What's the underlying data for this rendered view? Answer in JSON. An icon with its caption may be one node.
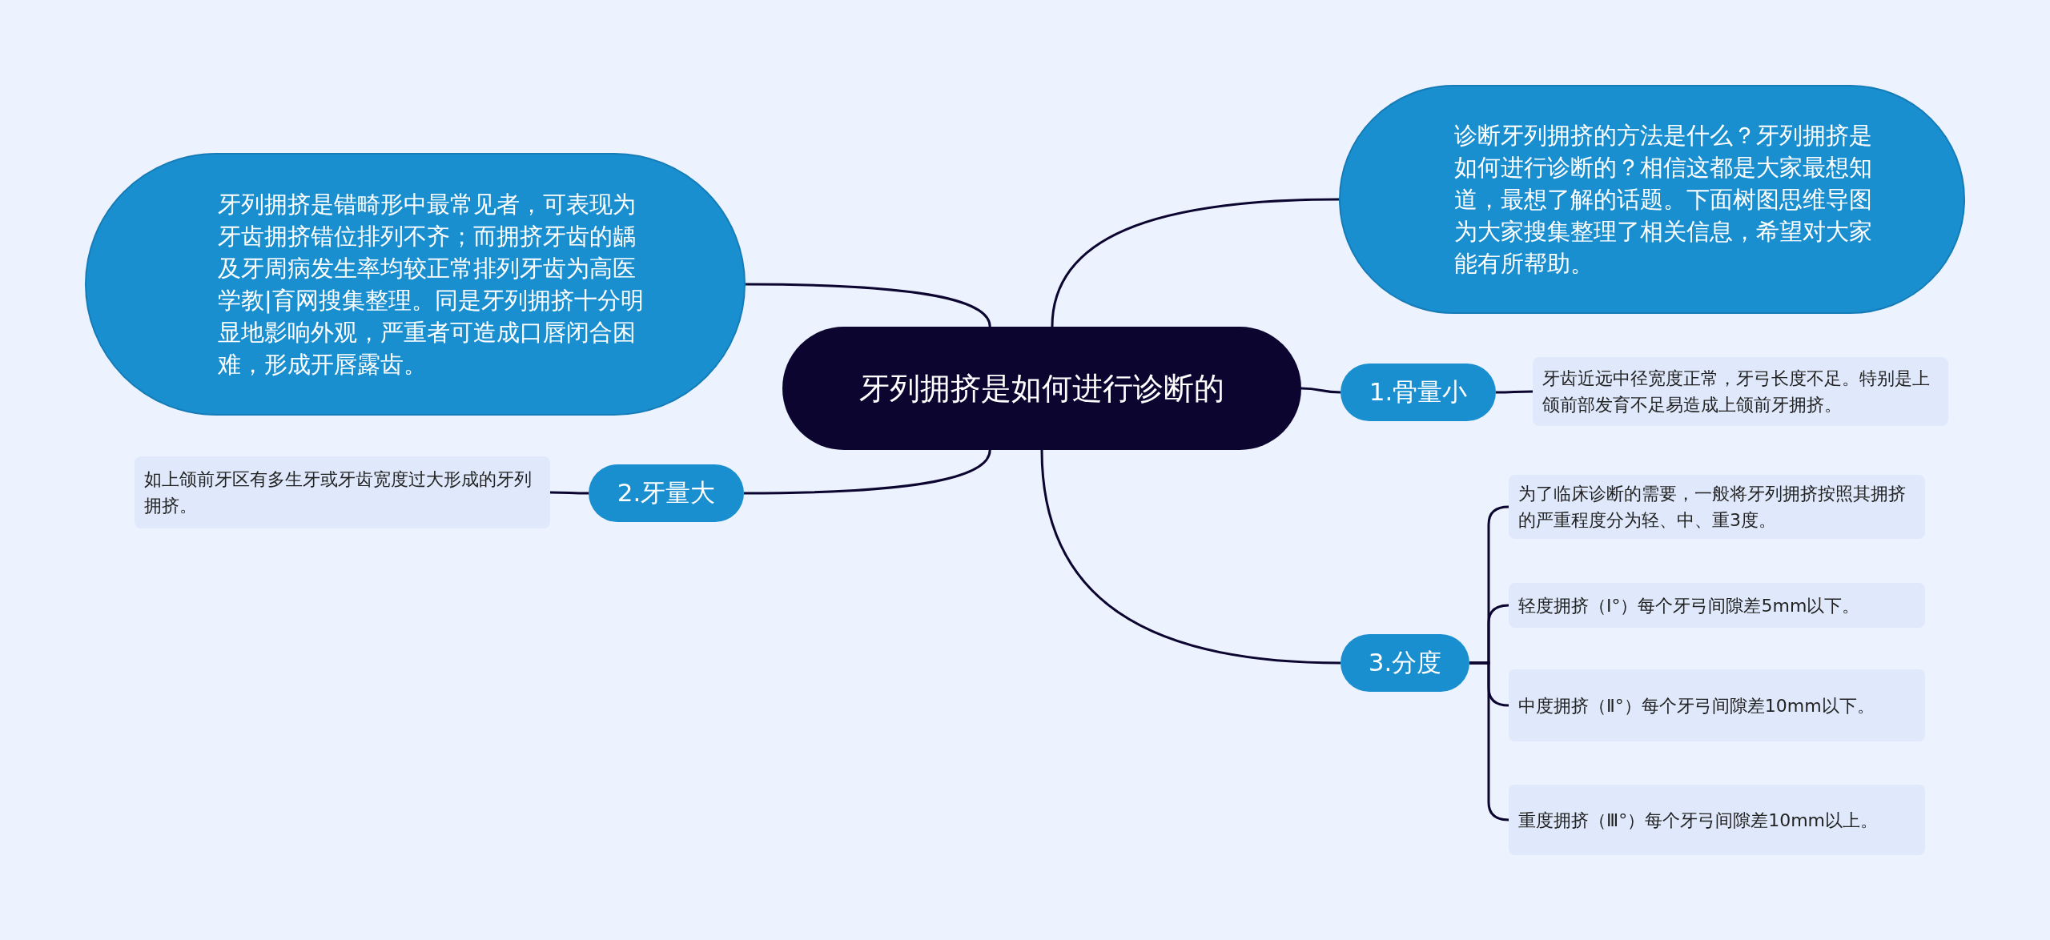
{
  "diagram": {
    "nodes": [
      {
        "text": [
          "牙列拥挤是如何进行诊断的"
        ]
      },
      {
        "text": [
          "牙列拥挤是错畸形中最常见者，可表现为牙齿拥挤错位排列不齐；而拥挤牙齿的龋及牙周病发生率均较正常排列牙齿为高医学教|育网搜集整理。同是牙列拥挤十分明显地影响外观，严重者可造成口唇闭合困难，形成开唇露齿。"
        ]
      },
      {
        "text": [
          "诊断牙列拥挤的方法是什么？牙列拥挤是如何进行诊断的？相信这都是大家最想知道，最想了解的话题。下面树图思维导图为大家搜集整理了相关信息，希望对大家能有所帮助。"
        ]
      },
      {
        "text": [
          "1.骨量小"
        ]
      },
      {
        "text": [
          "牙齿近远中径宽度正常，牙弓长度不足。特别是上颌前部发育不足易造成上颌前牙拥挤。"
        ]
      },
      {
        "text": [
          "2.牙量大"
        ]
      },
      {
        "text": [
          "如上颌前牙区有多生牙或牙齿宽度过大形成的牙列拥挤。"
        ]
      },
      {
        "text": [
          "3.分度"
        ]
      },
      {
        "text": [
          "为了临床诊断的需要，一般将牙列拥挤按照其拥挤的严重程度分为轻、中、重3度。"
        ]
      },
      {
        "text": [
          "轻度拥挤（Ⅰ°）每个牙弓间隙差5mm以下。"
        ]
      },
      {
        "text": [
          "中度拥挤（Ⅱ°）每个牙弓间隙差10mm以下。"
        ]
      },
      {
        "text": [
          "重度拥挤（Ⅲ°）每个牙弓间隙差10mm以上。"
        ]
      }
    ],
    "edges": [
      {
        "from": 0,
        "to": 1,
        "arrow": "none"
      },
      {
        "from": 0,
        "to": 2,
        "arrow": "none"
      },
      {
        "from": 0,
        "to": 3,
        "arrow": "none"
      },
      {
        "from": 3,
        "to": 4,
        "arrow": "none"
      },
      {
        "from": 0,
        "to": 5,
        "arrow": "none"
      },
      {
        "from": 5,
        "to": 6,
        "arrow": "none"
      },
      {
        "from": 0,
        "to": 7,
        "arrow": "none"
      },
      {
        "from": 7,
        "to": 8,
        "arrow": "none"
      },
      {
        "from": 7,
        "to": 9,
        "arrow": "none"
      },
      {
        "from": 7,
        "to": 10,
        "arrow": "none"
      },
      {
        "from": 7,
        "to": 11,
        "arrow": "none"
      }
    ]
  }
}
